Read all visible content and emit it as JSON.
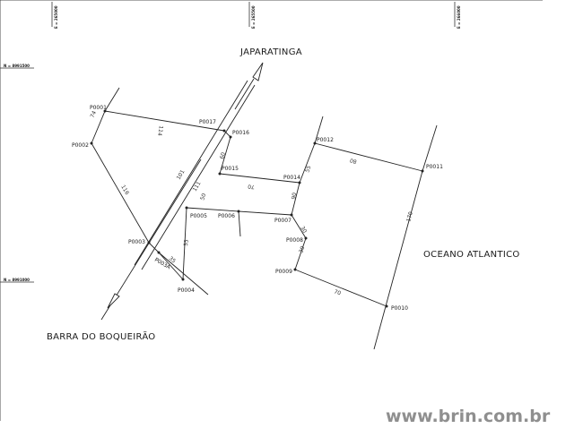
{
  "map": {
    "places": {
      "north_town": "JAPARATINGA",
      "south_town": "BARRA DO BOQUEIRÃO",
      "ocean": "OCEANO ATLANTICO"
    },
    "grid_labels": {
      "top_1": "E = 265000",
      "top_2": "E = 265500",
      "top_3": "E = 266000",
      "left_1": "N = 8991500",
      "left_2": "N = 8991000"
    },
    "points": [
      {
        "id": "P0001",
        "label": "P0001"
      },
      {
        "id": "P0002",
        "label": "P0002"
      },
      {
        "id": "P0003",
        "label": "P0003"
      },
      {
        "id": "P003A",
        "label": "P003A"
      },
      {
        "id": "P0004",
        "label": "P0004"
      },
      {
        "id": "P0005",
        "label": "P0005"
      },
      {
        "id": "P0006",
        "label": "P0006"
      },
      {
        "id": "P0007",
        "label": "P0007"
      },
      {
        "id": "P0008",
        "label": "P0008"
      },
      {
        "id": "P0009",
        "label": "P0009"
      },
      {
        "id": "P0010",
        "label": "P0010"
      },
      {
        "id": "P0011",
        "label": "P0011"
      },
      {
        "id": "P0012",
        "label": "P0012"
      },
      {
        "id": "P0014",
        "label": "P0014"
      },
      {
        "id": "P0015",
        "label": "P0015"
      },
      {
        "id": "P0016",
        "label": "P0016"
      },
      {
        "id": "P0017",
        "label": "P0017"
      }
    ],
    "segment_labels": {
      "p1_p17": "114",
      "p1_p2": "74",
      "p2_p3": "116",
      "road_north": "101",
      "road_mid": "111",
      "p16_p15": "60",
      "p15_p14": "70",
      "p14_p12": "55",
      "p12_p11": "80",
      "p14_p7": "90",
      "p5_side": "50",
      "p7_p8": "30",
      "p8_p9": "30",
      "p9_p10": "70",
      "p11_p10": "170",
      "p3a_p4": "35",
      "p5_p4": "55"
    },
    "colors": {
      "ink": "#1a1a1a",
      "watermark": "#8f8f8f"
    }
  },
  "watermark": {
    "text": "www.brin.com.br"
  }
}
